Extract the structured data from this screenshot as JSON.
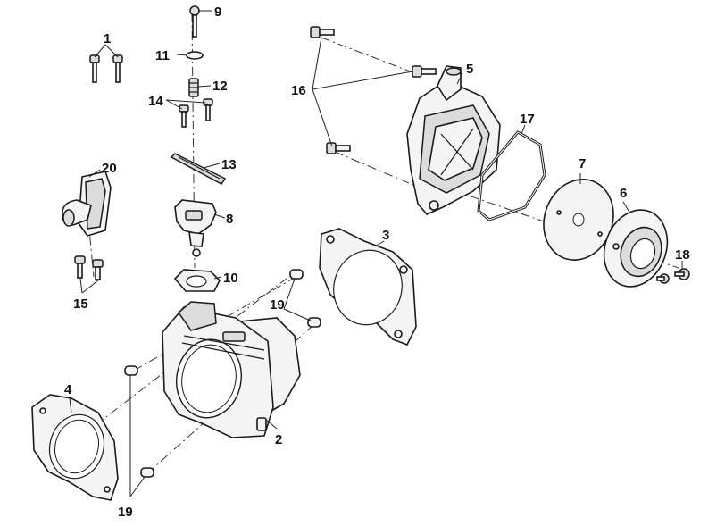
{
  "callouts": [
    {
      "id": "p1",
      "label": "1"
    },
    {
      "id": "p2",
      "label": "2"
    },
    {
      "id": "p3",
      "label": "3"
    },
    {
      "id": "p4",
      "label": "4"
    },
    {
      "id": "p5",
      "label": "5"
    },
    {
      "id": "p6",
      "label": "6"
    },
    {
      "id": "p7",
      "label": "7"
    },
    {
      "id": "p8",
      "label": "8"
    },
    {
      "id": "p9",
      "label": "9"
    },
    {
      "id": "p10",
      "label": "10"
    },
    {
      "id": "p11",
      "label": "11"
    },
    {
      "id": "p12",
      "label": "12"
    },
    {
      "id": "p13",
      "label": "13"
    },
    {
      "id": "p14",
      "label": "14"
    },
    {
      "id": "p15",
      "label": "15"
    },
    {
      "id": "p16",
      "label": "16"
    },
    {
      "id": "p17",
      "label": "17"
    },
    {
      "id": "p18",
      "label": "18"
    },
    {
      "id": "p19a",
      "label": "19"
    },
    {
      "id": "p19b",
      "label": "19"
    },
    {
      "id": "p20",
      "label": "20"
    }
  ]
}
